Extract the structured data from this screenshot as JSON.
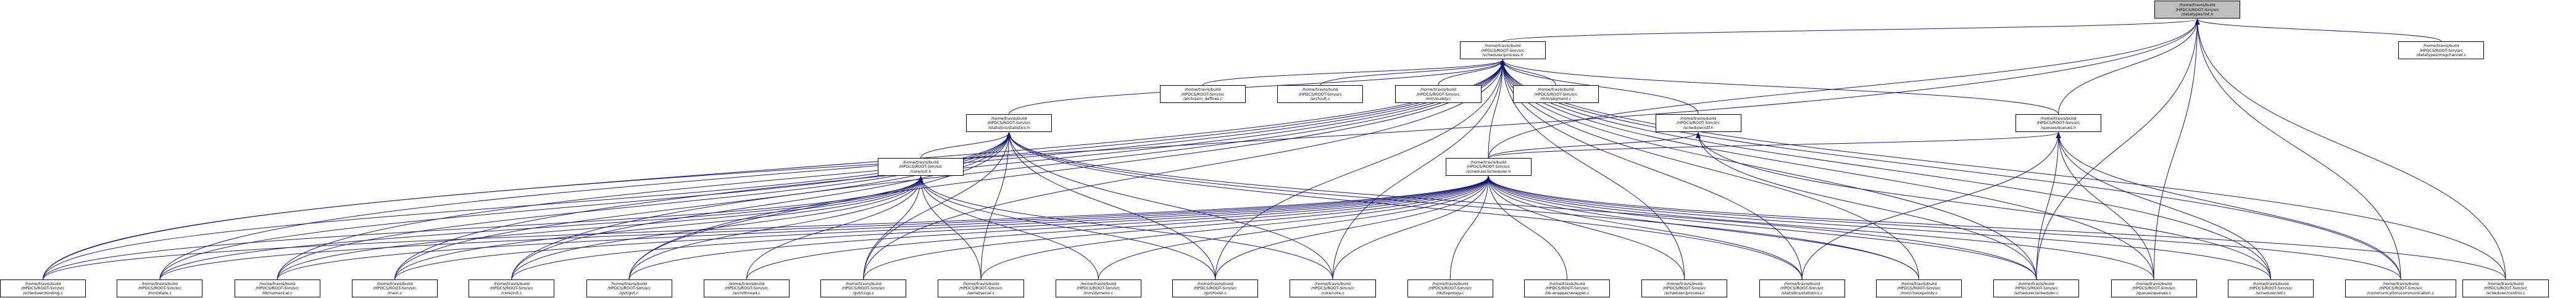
{
  "graph": {
    "title": "/home/travis/build/HPDCS/ROOT-Sim/src/datatypes/list.h",
    "arrow_color": "#191970",
    "root_fill": "#bfbfbf",
    "nodes": [
      {
        "id": "list_h",
        "lines": [
          "/home/travis/build",
          "/HPDCS/ROOT-Sim/src",
          "/datatypes/list.h"
        ],
        "root": true
      },
      {
        "id": "process_h",
        "lines": [
          "/home/travis/build",
          "/HPDCS/ROOT-Sim/src",
          "/scheduler/process.h"
        ]
      },
      {
        "id": "msgchannel_c",
        "lines": [
          "/home/travis/build",
          "/HPDCS/ROOT-Sim/src",
          "/datatypes/msgchannel.c"
        ]
      },
      {
        "id": "statistics_h",
        "lines": [
          "/home/travis/build",
          "/HPDCS/ROOT-Sim/src",
          "/statistics/statistics.h"
        ]
      },
      {
        "id": "asm_defines_c",
        "lines": [
          "/home/travis/build",
          "/HPDCS/ROOT-Sim/src",
          "/arch/asm_defines.c"
        ]
      },
      {
        "id": "ult_c",
        "lines": [
          "/home/travis/build",
          "/HPDCS/ROOT-Sim/src",
          "/arch/ult.c"
        ]
      },
      {
        "id": "buddy_c",
        "lines": [
          "/home/travis/build",
          "/HPDCS/ROOT-Sim/src",
          "/mm/buddy.c"
        ]
      },
      {
        "id": "segment_c",
        "lines": [
          "/home/travis/build",
          "/HPDCS/ROOT-Sim/src",
          "/mm/segment.c"
        ]
      },
      {
        "id": "stf_h",
        "lines": [
          "/home/travis/build",
          "/HPDCS/ROOT-Sim/src",
          "/scheduler/stf.h"
        ]
      },
      {
        "id": "queues_h",
        "lines": [
          "/home/travis/build",
          "/HPDCS/ROOT-Sim/src",
          "/queues/queues.h"
        ]
      },
      {
        "id": "init_h",
        "lines": [
          "/home/travis/build",
          "/HPDCS/ROOT-Sim/src",
          "/core/init.h"
        ]
      },
      {
        "id": "scheduler_h",
        "lines": [
          "/home/travis/build",
          "/HPDCS/ROOT-Sim/src",
          "/scheduler/scheduler.h"
        ]
      },
      {
        "id": "binding_c",
        "lines": [
          "/home/travis/build",
          "/HPDCS/ROOT-Sim/src",
          "/scheduler/binding.c"
        ]
      },
      {
        "id": "state_c",
        "lines": [
          "/home/travis/build",
          "/HPDCS/ROOT-Sim/src",
          "/mm/state.c"
        ]
      },
      {
        "id": "numerical_c",
        "lines": [
          "/home/travis/build",
          "/HPDCS/ROOT-Sim/src",
          "/lib/numerical.c"
        ]
      },
      {
        "id": "main_c",
        "lines": [
          "/home/travis/build",
          "/HPDCS/ROOT-Sim/src",
          "/main.c"
        ]
      },
      {
        "id": "init_c",
        "lines": [
          "/home/travis/build",
          "/HPDCS/ROOT-Sim/src",
          "/core/init.c"
        ]
      },
      {
        "id": "gvt_c",
        "lines": [
          "/home/travis/build",
          "/HPDCS/ROOT-Sim/src",
          "/gvt/gvt.c"
        ]
      },
      {
        "id": "thread_c",
        "lines": [
          "/home/travis/build",
          "/HPDCS/ROOT-Sim/src",
          "/arch/thread.c"
        ]
      },
      {
        "id": "ccgs_c",
        "lines": [
          "/home/travis/build",
          "/HPDCS/ROOT-Sim/src",
          "/gvt/ccgs.c"
        ]
      },
      {
        "id": "serial_c",
        "lines": [
          "/home/travis/build",
          "/HPDCS/ROOT-Sim/src",
          "/serial/serial.c"
        ]
      },
      {
        "id": "dymelor_c",
        "lines": [
          "/home/travis/build",
          "/HPDCS/ROOT-Sim/src",
          "/mm/dymelor.c"
        ]
      },
      {
        "id": "fossil_c",
        "lines": [
          "/home/travis/build",
          "/HPDCS/ROOT-Sim/src",
          "/gvt/fossil.c"
        ]
      },
      {
        "id": "core_c",
        "lines": [
          "/home/travis/build",
          "/HPDCS/ROOT-Sim/src",
          "/core/core.c"
        ]
      },
      {
        "id": "topology_c",
        "lines": [
          "/home/travis/build",
          "/HPDCS/ROOT-Sim/src",
          "/lib/topology.c"
        ]
      },
      {
        "id": "wrapper_c",
        "lines": [
          "/home/travis/build",
          "/HPDCS/ROOT-Sim/src",
          "/lib-wrapper/wrapper.c"
        ]
      },
      {
        "id": "process_c",
        "lines": [
          "/home/travis/build",
          "/HPDCS/ROOT-Sim/src",
          "/scheduler/process.c"
        ]
      },
      {
        "id": "statistics_c",
        "lines": [
          "/home/travis/build",
          "/HPDCS/ROOT-Sim/src",
          "/statistics/statistics.c"
        ]
      },
      {
        "id": "checkpoints_c",
        "lines": [
          "/home/travis/build",
          "/HPDCS/ROOT-Sim/src",
          "/mm/checkpoints.c"
        ]
      },
      {
        "id": "scheduler_c",
        "lines": [
          "/home/travis/build",
          "/HPDCS/ROOT-Sim/src",
          "/scheduler/scheduler.c"
        ]
      },
      {
        "id": "queues_c",
        "lines": [
          "/home/travis/build",
          "/HPDCS/ROOT-Sim/src",
          "/queues/queues.c"
        ]
      },
      {
        "id": "stf_c",
        "lines": [
          "/home/travis/build",
          "/HPDCS/ROOT-Sim/src",
          "/scheduler/stf.c"
        ]
      },
      {
        "id": "communication_c",
        "lines": [
          "/home/travis/build",
          "/HPDCS/ROOT-Sim/src",
          "/communication/communication.c"
        ]
      },
      {
        "id": "control_c",
        "lines": [
          "/home/travis/build",
          "/HPDCS/ROOT-Sim/src",
          "/scheduler/control.c"
        ]
      }
    ],
    "edges": [
      [
        "process_h",
        "list_h"
      ],
      [
        "msgchannel_c",
        "list_h"
      ],
      [
        "queues_h",
        "list_h"
      ],
      [
        "scheduler_h",
        "list_h"
      ],
      [
        "binding_c",
        "list_h"
      ],
      [
        "queues_c",
        "list_h"
      ],
      [
        "scheduler_c",
        "list_h"
      ],
      [
        "communication_c",
        "list_h"
      ],
      [
        "control_c",
        "list_h"
      ],
      [
        "statistics_h",
        "process_h"
      ],
      [
        "asm_defines_c",
        "process_h"
      ],
      [
        "ult_c",
        "process_h"
      ],
      [
        "buddy_c",
        "process_h"
      ],
      [
        "segment_c",
        "process_h"
      ],
      [
        "stf_h",
        "process_h"
      ],
      [
        "queues_h",
        "process_h"
      ],
      [
        "scheduler_h",
        "process_h"
      ],
      [
        "binding_c",
        "process_h"
      ],
      [
        "state_c",
        "process_h"
      ],
      [
        "numerical_c",
        "process_h"
      ],
      [
        "main_c",
        "process_h"
      ],
      [
        "init_c",
        "process_h"
      ],
      [
        "gvt_c",
        "process_h"
      ],
      [
        "ccgs_c",
        "process_h"
      ],
      [
        "fossil_c",
        "process_h"
      ],
      [
        "core_c",
        "process_h"
      ],
      [
        "process_c",
        "process_h"
      ],
      [
        "statistics_c",
        "process_h"
      ],
      [
        "checkpoints_c",
        "process_h"
      ],
      [
        "scheduler_c",
        "process_h"
      ],
      [
        "queues_c",
        "process_h"
      ],
      [
        "stf_c",
        "process_h"
      ],
      [
        "communication_c",
        "process_h"
      ],
      [
        "control_c",
        "process_h"
      ],
      [
        "init_h",
        "statistics_h"
      ],
      [
        "binding_c",
        "statistics_h"
      ],
      [
        "state_c",
        "statistics_h"
      ],
      [
        "numerical_c",
        "statistics_h"
      ],
      [
        "main_c",
        "statistics_h"
      ],
      [
        "init_c",
        "statistics_h"
      ],
      [
        "gvt_c",
        "statistics_h"
      ],
      [
        "ccgs_c",
        "statistics_h"
      ],
      [
        "serial_c",
        "statistics_h"
      ],
      [
        "fossil_c",
        "statistics_h"
      ],
      [
        "core_c",
        "statistics_h"
      ],
      [
        "statistics_c",
        "statistics_h"
      ],
      [
        "checkpoints_c",
        "statistics_h"
      ],
      [
        "scheduler_c",
        "statistics_h"
      ],
      [
        "binding_c",
        "init_h"
      ],
      [
        "state_c",
        "init_h"
      ],
      [
        "numerical_c",
        "init_h"
      ],
      [
        "main_c",
        "init_h"
      ],
      [
        "init_c",
        "init_h"
      ],
      [
        "gvt_c",
        "init_h"
      ],
      [
        "thread_c",
        "init_h"
      ],
      [
        "ccgs_c",
        "init_h"
      ],
      [
        "serial_c",
        "init_h"
      ],
      [
        "dymelor_c",
        "init_h"
      ],
      [
        "fossil_c",
        "init_h"
      ],
      [
        "core_c",
        "init_h"
      ],
      [
        "scheduler_h",
        "stf_h"
      ],
      [
        "scheduler_c",
        "stf_h"
      ],
      [
        "stf_c",
        "stf_h"
      ],
      [
        "scheduler_h",
        "queues_h"
      ],
      [
        "statistics_c",
        "queues_h"
      ],
      [
        "scheduler_c",
        "queues_h"
      ],
      [
        "queues_c",
        "queues_h"
      ],
      [
        "communication_c",
        "queues_h"
      ],
      [
        "stf_c",
        "queues_h"
      ],
      [
        "binding_c",
        "scheduler_h"
      ],
      [
        "state_c",
        "scheduler_h"
      ],
      [
        "numerical_c",
        "scheduler_h"
      ],
      [
        "main_c",
        "scheduler_h"
      ],
      [
        "init_c",
        "scheduler_h"
      ],
      [
        "gvt_c",
        "scheduler_h"
      ],
      [
        "thread_c",
        "scheduler_h"
      ],
      [
        "ccgs_c",
        "scheduler_h"
      ],
      [
        "serial_c",
        "scheduler_h"
      ],
      [
        "dymelor_c",
        "scheduler_h"
      ],
      [
        "fossil_c",
        "scheduler_h"
      ],
      [
        "core_c",
        "scheduler_h"
      ],
      [
        "topology_c",
        "scheduler_h"
      ],
      [
        "wrapper_c",
        "scheduler_h"
      ],
      [
        "process_c",
        "scheduler_h"
      ],
      [
        "statistics_c",
        "scheduler_h"
      ],
      [
        "checkpoints_c",
        "scheduler_h"
      ],
      [
        "scheduler_c",
        "scheduler_h"
      ],
      [
        "queues_c",
        "scheduler_h"
      ],
      [
        "stf_c",
        "scheduler_h"
      ],
      [
        "communication_c",
        "scheduler_h"
      ],
      [
        "control_c",
        "scheduler_h"
      ]
    ]
  }
}
